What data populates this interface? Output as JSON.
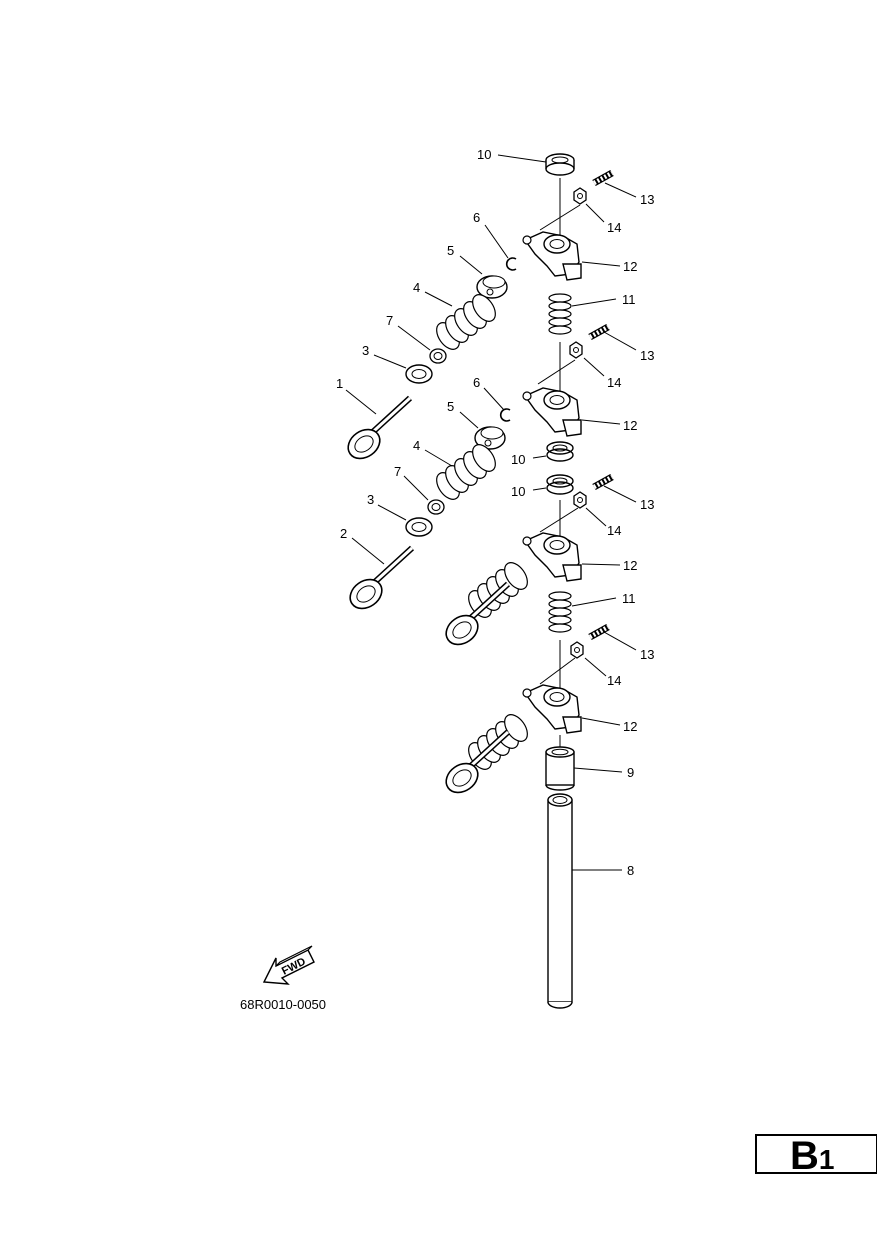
{
  "diagram": {
    "callouts": [
      {
        "id": "c10a",
        "label": "10"
      },
      {
        "id": "c13a",
        "label": "13"
      },
      {
        "id": "c14a",
        "label": "14"
      },
      {
        "id": "c6a",
        "label": "6"
      },
      {
        "id": "c12a",
        "label": "12"
      },
      {
        "id": "c5a",
        "label": "5"
      },
      {
        "id": "c11a",
        "label": "11"
      },
      {
        "id": "c4a",
        "label": "4"
      },
      {
        "id": "c7a",
        "label": "7"
      },
      {
        "id": "c13b",
        "label": "13"
      },
      {
        "id": "c3a",
        "label": "3"
      },
      {
        "id": "c14b",
        "label": "14"
      },
      {
        "id": "c1",
        "label": "1"
      },
      {
        "id": "c6b",
        "label": "6"
      },
      {
        "id": "c5b",
        "label": "5"
      },
      {
        "id": "c12b",
        "label": "12"
      },
      {
        "id": "c4b",
        "label": "4"
      },
      {
        "id": "c10b",
        "label": "10"
      },
      {
        "id": "c7b",
        "label": "7"
      },
      {
        "id": "c10c",
        "label": "10"
      },
      {
        "id": "c13c",
        "label": "13"
      },
      {
        "id": "c3b",
        "label": "3"
      },
      {
        "id": "c14c",
        "label": "14"
      },
      {
        "id": "c2",
        "label": "2"
      },
      {
        "id": "c12c",
        "label": "12"
      },
      {
        "id": "c11b",
        "label": "11"
      },
      {
        "id": "c13d",
        "label": "13"
      },
      {
        "id": "c14d",
        "label": "14"
      },
      {
        "id": "c12d",
        "label": "12"
      },
      {
        "id": "c9",
        "label": "9"
      },
      {
        "id": "c8",
        "label": "8"
      }
    ],
    "fwd_label": "FWD",
    "figure_code": "68R0010-0050",
    "section": {
      "letter": "B",
      "number": "1"
    }
  }
}
